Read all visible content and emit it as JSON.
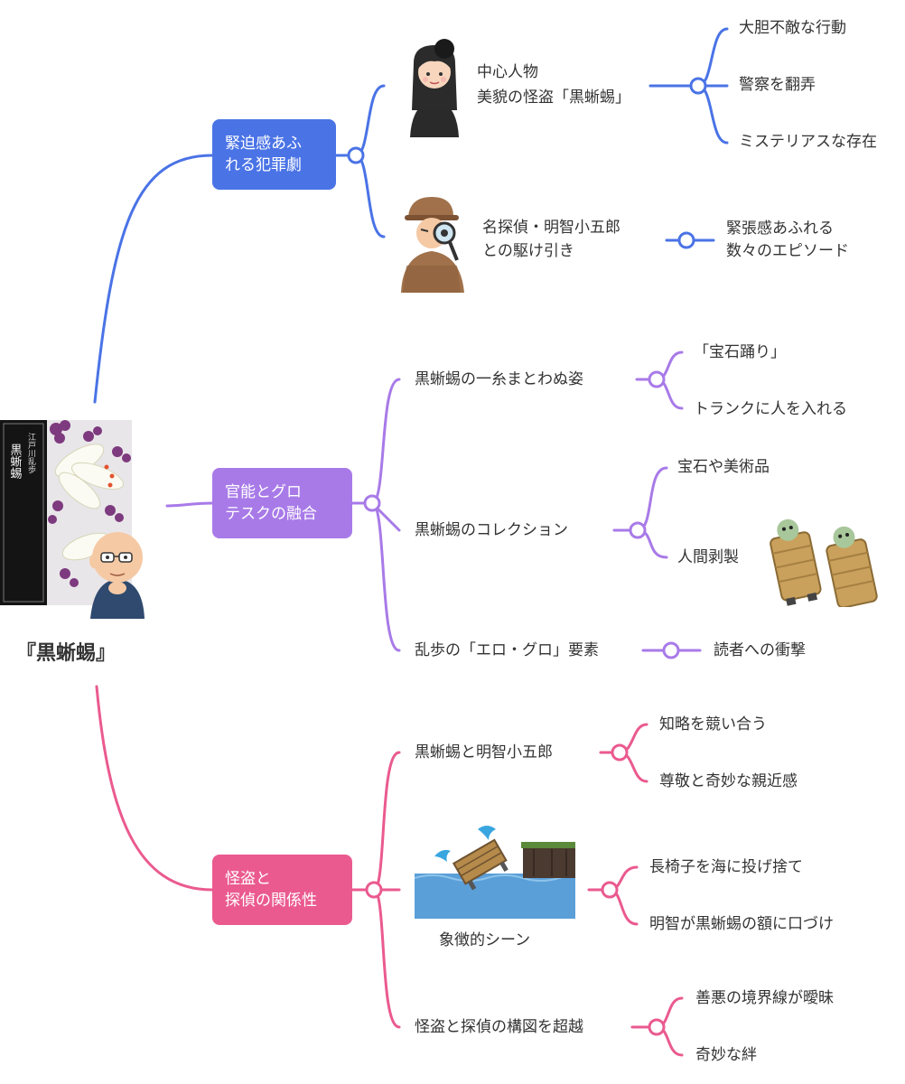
{
  "colors": {
    "blue": "#4a73e6",
    "purple": "#a87ae8",
    "pink": "#ea5a8f"
  },
  "root": {
    "title": "『黒蜥蜴』",
    "cover_text": {
      "title": "黒蜥蜴",
      "author": "江戸川乱歩"
    }
  },
  "branches": {
    "crime": {
      "label_line1": "緊迫感あふ",
      "label_line2": "れる犯罪劇",
      "node_kaito_line1": "中心人物",
      "node_kaito_line2": "美貌の怪盗「黒蜥蜴」",
      "kaito_traits": [
        "大胆不敵な行動",
        "警察を翻弄",
        "ミステリアスな存在"
      ],
      "node_akechi_line1": "名探偵・明智小五郎",
      "node_akechi_line2": "との駆け引き",
      "episodes_line1": "緊張感あふれる",
      "episodes_line2": "数々のエピソード"
    },
    "sensual": {
      "label_line1": "官能とグロ",
      "label_line2": "テスクの融合",
      "naked": "黒蜥蜴の一糸まとわぬ姿",
      "naked_children": [
        "「宝石踊り」",
        "トランクに人を入れる"
      ],
      "collection": "黒蜥蜴のコレクション",
      "collection_children": [
        "宝石や美術品",
        "人間剥製"
      ],
      "erogro": "乱歩の「エロ・グロ」要素",
      "erogro_child": "読者への衝撃"
    },
    "relation": {
      "label_line1": "怪盗と",
      "label_line2": "探偵の関係性",
      "pair": "黒蜥蜴と明智小五郎",
      "pair_children": [
        "知略を競い合う",
        "尊敬と奇妙な親近感"
      ],
      "scene": "象徴的シーン",
      "scene_children": [
        "長椅子を海に投げ捨て",
        "明智が黒蜥蜴の額に口づけ"
      ],
      "beyond": "怪盗と探偵の構図を超越",
      "beyond_children": [
        "善悪の境界線が曖昧",
        "奇妙な絆"
      ]
    }
  }
}
